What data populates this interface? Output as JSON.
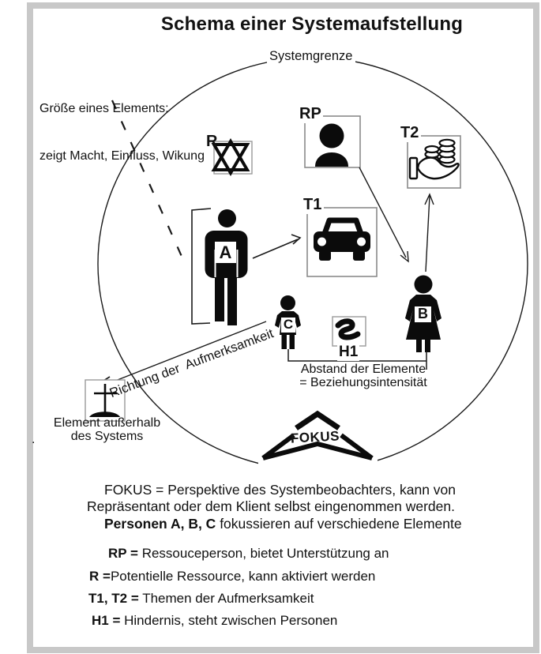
{
  "title": "Schema einer Systemaufstellung",
  "diagram": {
    "systemgrenze_label": "Systemgrenze",
    "size_note_line1": "Größe eines Elements:",
    "size_note_line2": "zeigt Macht, Einfluss, Wikung",
    "labels": {
      "a": "A",
      "b": "B",
      "c": "C",
      "r": "R",
      "rp": "RP",
      "t1": "T1",
      "t2": "T2",
      "h1": "H1"
    },
    "fokus_label": "FOKUS",
    "richtung_label": "Richtung der  Aufmerksamkeit",
    "abstand_line1": "Abstand der Elemente",
    "abstand_line2": "= Beziehungsintensität",
    "outside_line1": "Element außerhalb",
    "outside_line2": "des Systems",
    "stray_dot": ".",
    "icons": {
      "r_box": "star-of-david-icon",
      "rp_box": "person-bust-icon",
      "t1_box": "car-icon",
      "t2_box": "hand-coins-icon",
      "h1_box": "winding-road-icon",
      "outside_box": "grave-cross-icon"
    }
  },
  "legend": {
    "items": [
      {
        "bold": "",
        "text": "FOKUS = Perspektive des Systembeobachters, kann von"
      },
      {
        "bold": "",
        "text": "Repräsentant oder dem Klient selbst eingenommen werden."
      },
      {
        "bold": "Personen A, B, C",
        "text": "  fokussieren auf verschiedene Elemente"
      },
      {
        "bold": "RP =",
        "text": " Ressouceperson, bietet Unterstützung an"
      },
      {
        "bold": "R =",
        "text": "Potentielle Ressource, kann aktiviert werden"
      },
      {
        "bold": "T1, T2 =",
        "text": " Themen der Aufmerksamkeit"
      },
      {
        "bold": "H1 =",
        "text": "  Hindernis, steht zwischen Personen"
      }
    ]
  },
  "colors": {
    "ink": "#111111",
    "box_border": "#999999",
    "frame": "#c8c8c8",
    "background": "#ffffff"
  }
}
